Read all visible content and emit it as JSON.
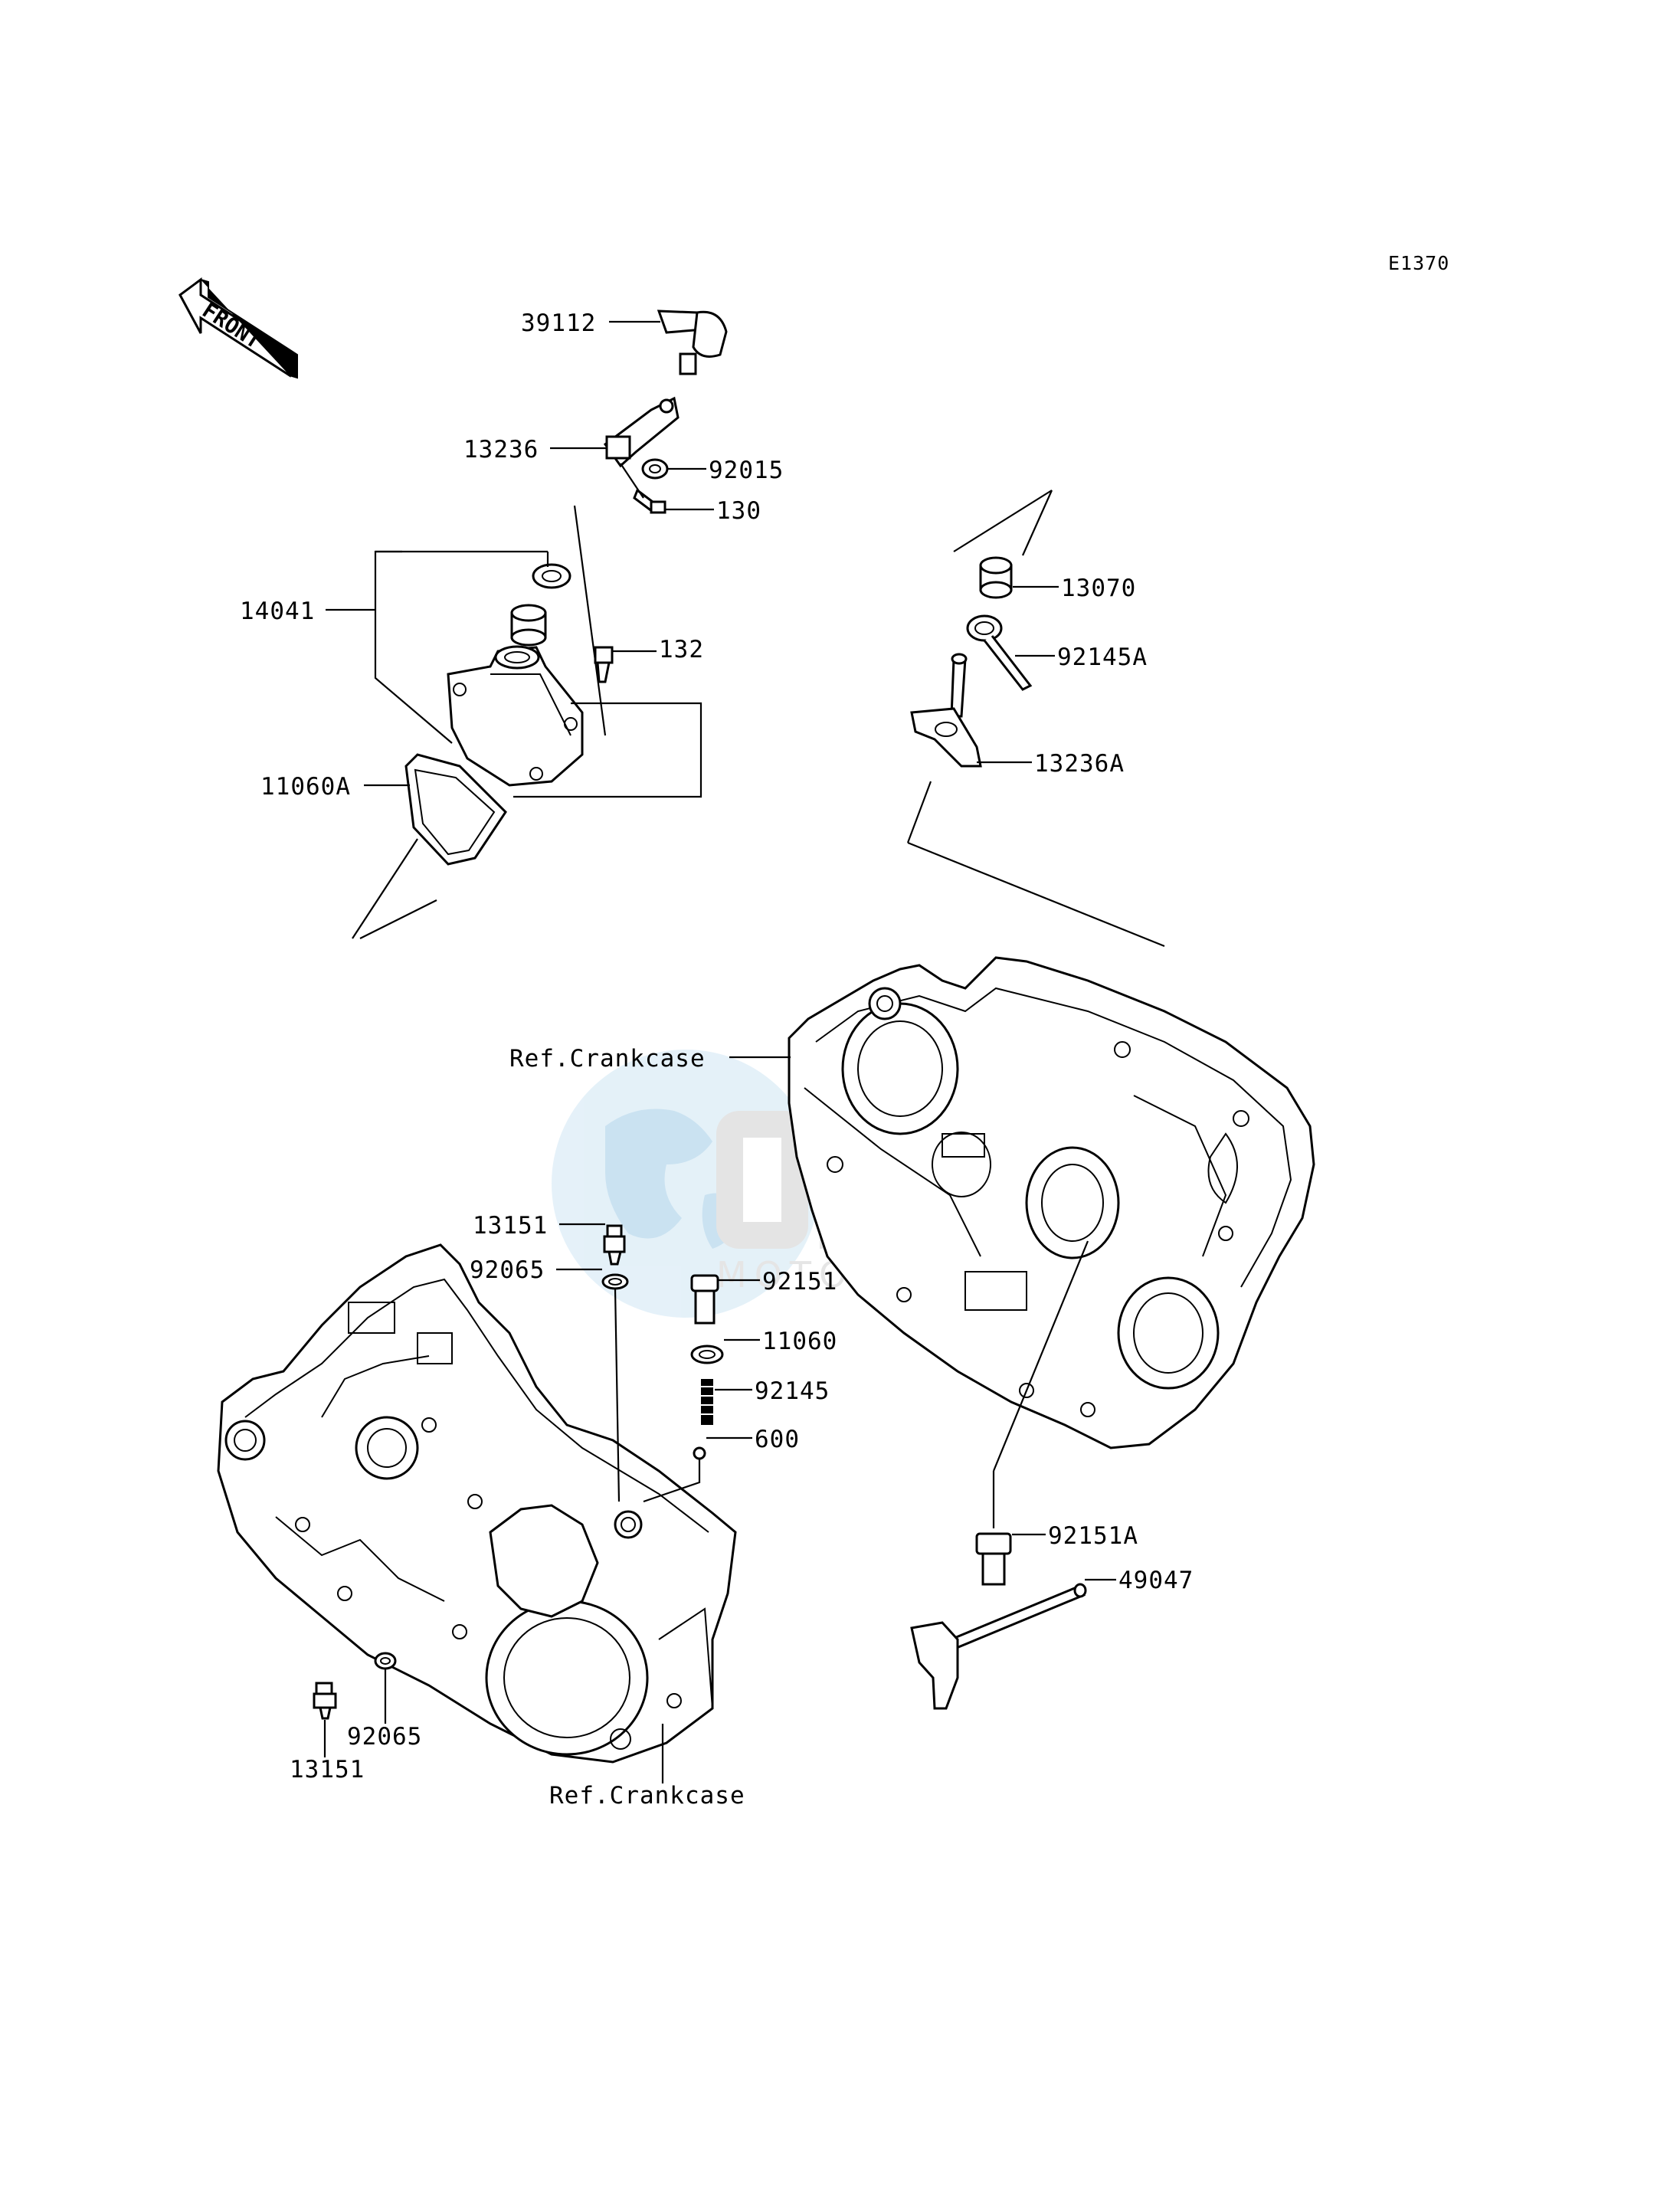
{
  "diagram": {
    "code": "E1370",
    "front_label": "FRONT",
    "labels": {
      "p39112": "39112",
      "p13236": "13236",
      "p92015": "92015",
      "p130": "130",
      "p14041": "14041",
      "p132": "132",
      "p11060A": "11060A",
      "p13070": "13070",
      "p92145A": "92145A",
      "p13236A": "13236A",
      "ref_crankcase_upper": "Ref.Crankcase",
      "p13151_upper": "13151",
      "p92065_upper": "92065",
      "p92151": "92151",
      "p11060": "11060",
      "p92145": "92145",
      "p600": "600",
      "p92151A": "92151A",
      "p49047": "49047",
      "p92065_lower": "92065",
      "p13151_lower": "13151",
      "ref_crankcase_lower": "Ref.Crankcase"
    },
    "watermark": {
      "text": "MOTORPARTS",
      "colors": {
        "globe": "#cfe6f4",
        "letters": "#d8d8d8"
      }
    }
  }
}
